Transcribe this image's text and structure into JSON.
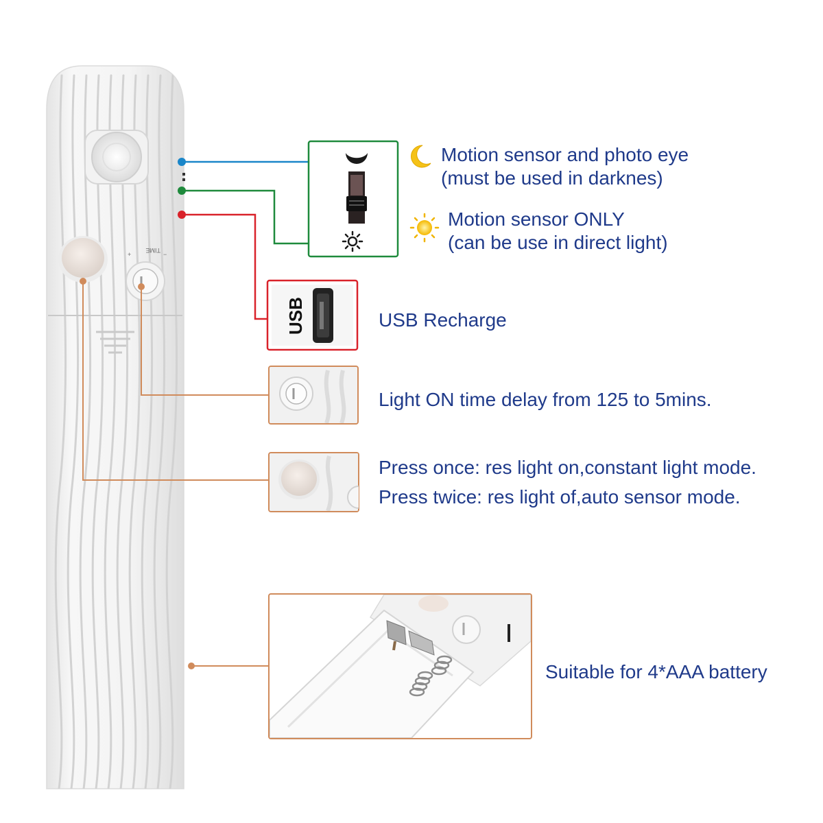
{
  "colors": {
    "text": "#1f3a8a",
    "blue_line": "#1a86c9",
    "green_line": "#1e8a3c",
    "red_line": "#d9222a",
    "orange_line": "#d08b5b"
  },
  "device": {
    "time_label": "TIME",
    "plus": "+",
    "minus": "−"
  },
  "switch_callout": {
    "icons": [
      "moon-icon",
      "sun-outline-icon"
    ],
    "dark_mode_icon": "moon-icon",
    "light_mode_icon": "sun-icon",
    "dark_mode": {
      "line1": "Motion sensor and photo eye",
      "line2": "(must be used in darknes)"
    },
    "light_mode": {
      "line1": "Motion sensor ONLY",
      "line2": "(can be use in direct light)"
    }
  },
  "usb_callout": {
    "port_label": "USB",
    "text": "USB Recharge"
  },
  "timer_callout": {
    "text": "Light ON time delay from 125 to 5mins."
  },
  "button_callout": {
    "line1": "Press once: res light on,constant light mode.",
    "line2": "Press twice: res light of,auto sensor mode."
  },
  "battery_callout": {
    "text": "Suitable for 4*AAA battery"
  }
}
